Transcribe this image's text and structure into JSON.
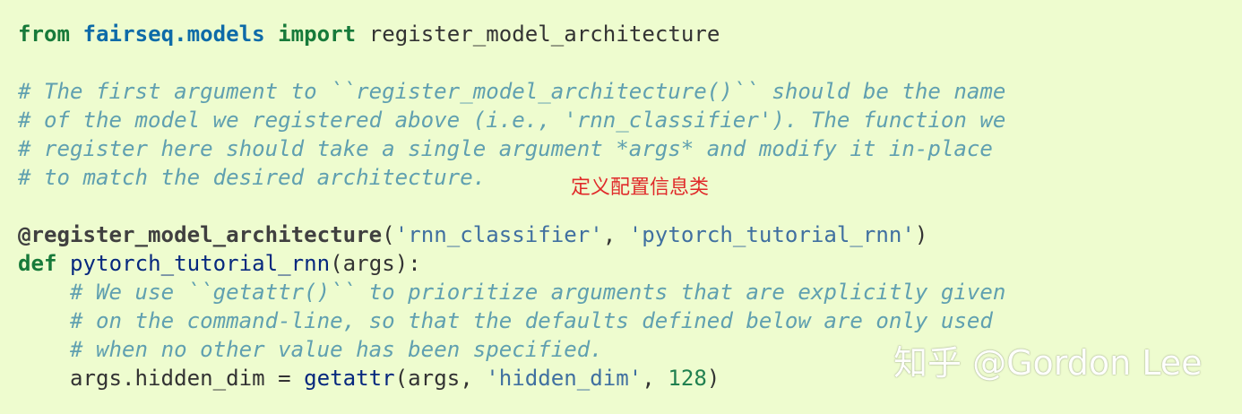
{
  "code": {
    "lines": [
      [
        {
          "t": "kw",
          "v": "from"
        },
        {
          "t": "plain",
          "v": " "
        },
        {
          "t": "mod",
          "v": "fairseq.models"
        },
        {
          "t": "plain",
          "v": " "
        },
        {
          "t": "kw",
          "v": "import"
        },
        {
          "t": "plain",
          "v": " register_model_architecture"
        }
      ],
      [],
      [
        {
          "t": "com",
          "v": "# The first argument to ``register_model_architecture()`` should be the name"
        }
      ],
      [
        {
          "t": "com",
          "v": "# of the model we registered above (i.e., 'rnn_classifier'). The function we"
        }
      ],
      [
        {
          "t": "com",
          "v": "# register here should take a single argument *args* and modify it in-place"
        }
      ],
      [
        {
          "t": "com",
          "v": "# to match the desired architecture."
        }
      ],
      [],
      [
        {
          "t": "dec",
          "v": "@register_model_architecture"
        },
        {
          "t": "plain",
          "v": "("
        },
        {
          "t": "str",
          "v": "'rnn_classifier'"
        },
        {
          "t": "plain",
          "v": ", "
        },
        {
          "t": "str",
          "v": "'pytorch_tutorial_rnn'"
        },
        {
          "t": "plain",
          "v": ")"
        }
      ],
      [
        {
          "t": "kw",
          "v": "def"
        },
        {
          "t": "plain",
          "v": " "
        },
        {
          "t": "fn",
          "v": "pytorch_tutorial_rnn"
        },
        {
          "t": "plain",
          "v": "(args):"
        }
      ],
      [
        {
          "t": "plain",
          "v": "    "
        },
        {
          "t": "com",
          "v": "# We use ``getattr()`` to prioritize arguments that are explicitly given"
        }
      ],
      [
        {
          "t": "plain",
          "v": "    "
        },
        {
          "t": "com",
          "v": "# on the command-line, so that the defaults defined below are only used"
        }
      ],
      [
        {
          "t": "plain",
          "v": "    "
        },
        {
          "t": "com",
          "v": "# when no other value has been specified."
        }
      ],
      [
        {
          "t": "plain",
          "v": "    args.hidden_dim = "
        },
        {
          "t": "fn",
          "v": "getattr"
        },
        {
          "t": "plain",
          "v": "(args, "
        },
        {
          "t": "str",
          "v": "'hidden_dim'"
        },
        {
          "t": "plain",
          "v": ", "
        },
        {
          "t": "num",
          "v": "128"
        },
        {
          "t": "plain",
          "v": ")"
        }
      ]
    ]
  },
  "annotation": {
    "text": "定义配置信息类",
    "color": "#e02a2a"
  },
  "watermark": {
    "text": "知乎 @Gordon Lee"
  },
  "colors": {
    "background": "#eefccf",
    "keyword": "#177a3a",
    "module": "#0e6ba8",
    "string": "#4070a0",
    "number": "#208050",
    "comment": "#60a0b0",
    "function": "#06287e"
  }
}
